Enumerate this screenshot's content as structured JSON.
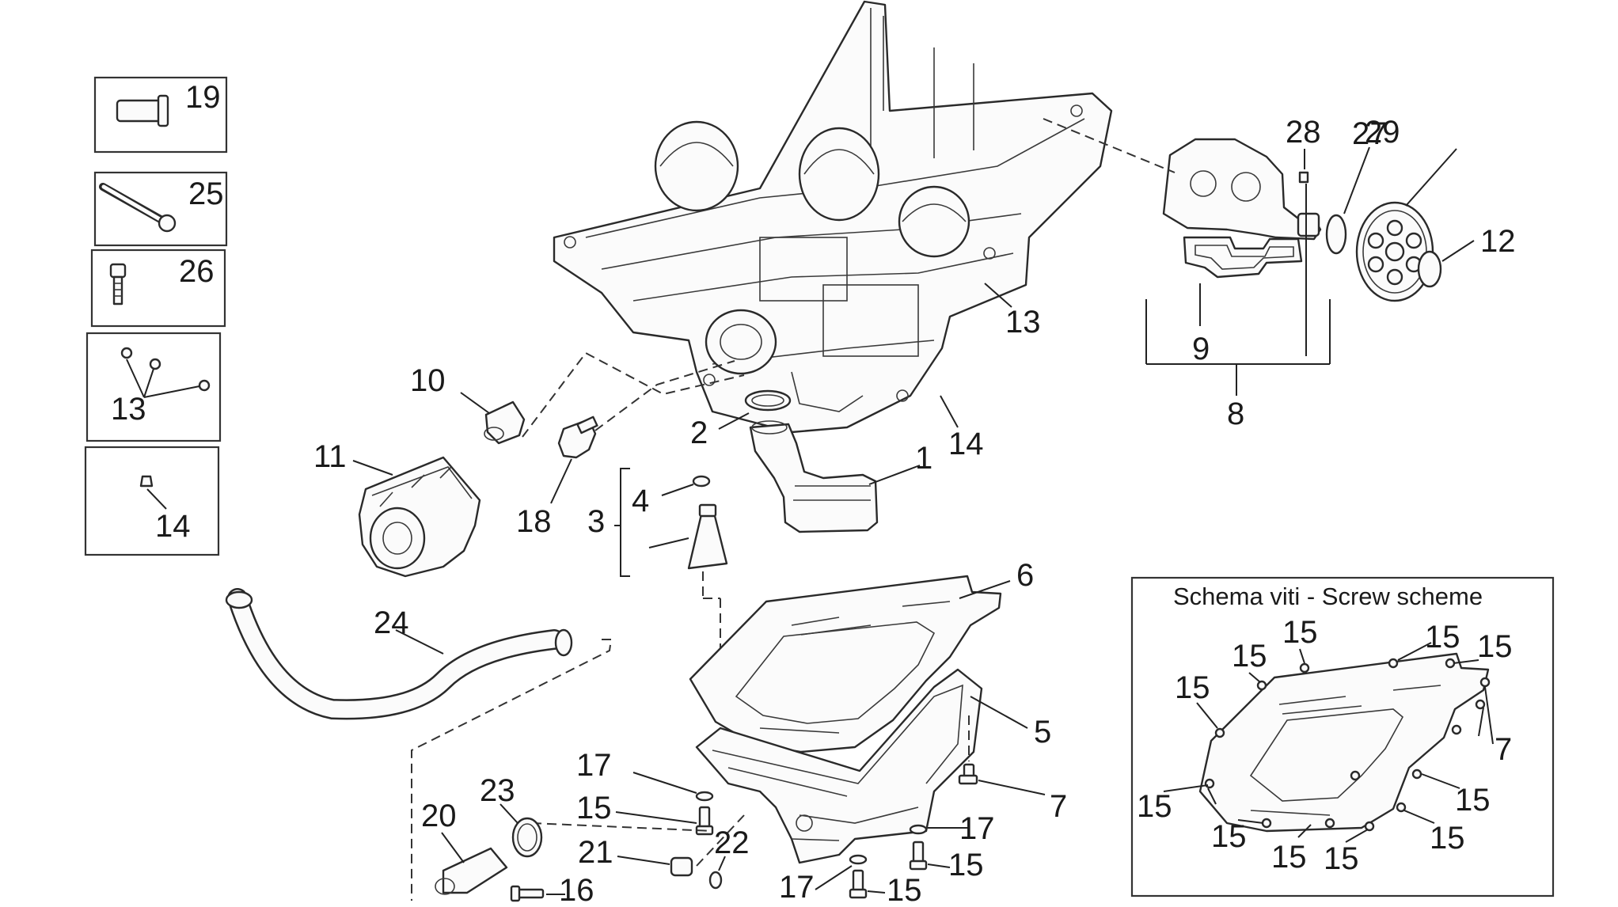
{
  "scheme_box": {
    "title": "Schema viti - Screw scheme"
  },
  "labels": {
    "l1": "1",
    "l2": "2",
    "l3": "3",
    "l4": "4",
    "l5": "5",
    "l6": "6",
    "l7": "7",
    "l8": "8",
    "l9": "9",
    "l10": "10",
    "l11": "11",
    "l12": "12",
    "l13": "13",
    "l14": "14",
    "l15": "15",
    "l16": "16",
    "l17": "17",
    "l18": "18",
    "l19": "19",
    "l20": "20",
    "l21": "21",
    "l22": "22",
    "l23": "23",
    "l24": "24",
    "l25": "25",
    "l26": "26",
    "l27": "27",
    "l28": "28",
    "l29": "29"
  }
}
